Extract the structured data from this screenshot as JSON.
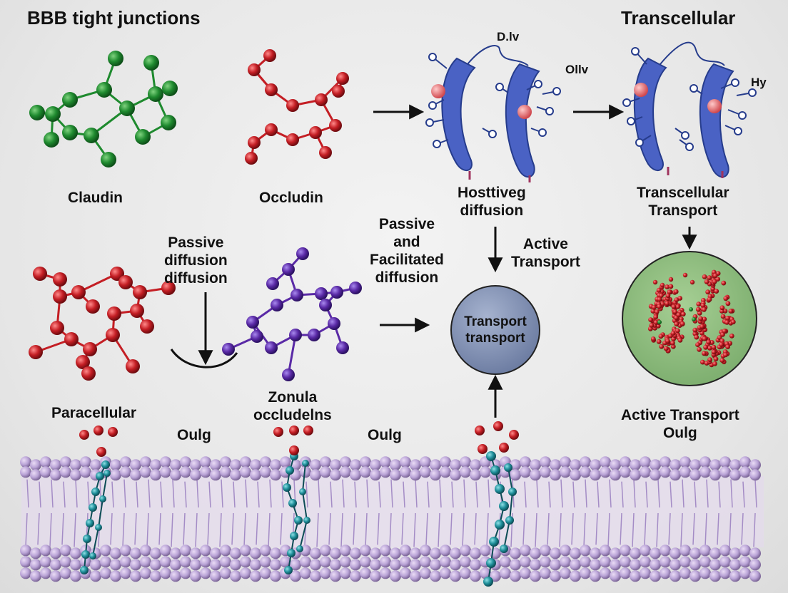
{
  "title_left": "BBB tight junctions",
  "title_right": "Transcellular",
  "labels": {
    "claudin": "Claudin",
    "occludin": "Occludin",
    "passive_diffusion": "Passive\ndiffusion\ndiffusion",
    "passive_facilitated": "Passive\nand\nFacilitated\ndiffusion",
    "hosttiveg": "Hosttiveg\ndiffusion",
    "transcellular_transport": "Transcellular\nTransport",
    "active_transport_mid": "Active\nTransport",
    "paracellular": "Paracellular",
    "zonula": "Zonula\noccludelns",
    "oulg_1": "Oulg",
    "oulg_2": "Oulg",
    "active_transport_oulg": "Active Transport\nOulg",
    "dlv": "D.lv",
    "ollv": "Ollv",
    "hy": "Hy"
  },
  "transport_circle_text": "Transport\ntransport",
  "colors": {
    "claudin": "#1e8a2e",
    "occludin": "#c41e24",
    "purple": "#5a2aa6",
    "protein": "#4a62c4",
    "membrane": "#b9a3d6",
    "teal": "#1f8f9a",
    "circle_blue": "#7f8fb2",
    "circle_green": "#8fbf7f"
  }
}
